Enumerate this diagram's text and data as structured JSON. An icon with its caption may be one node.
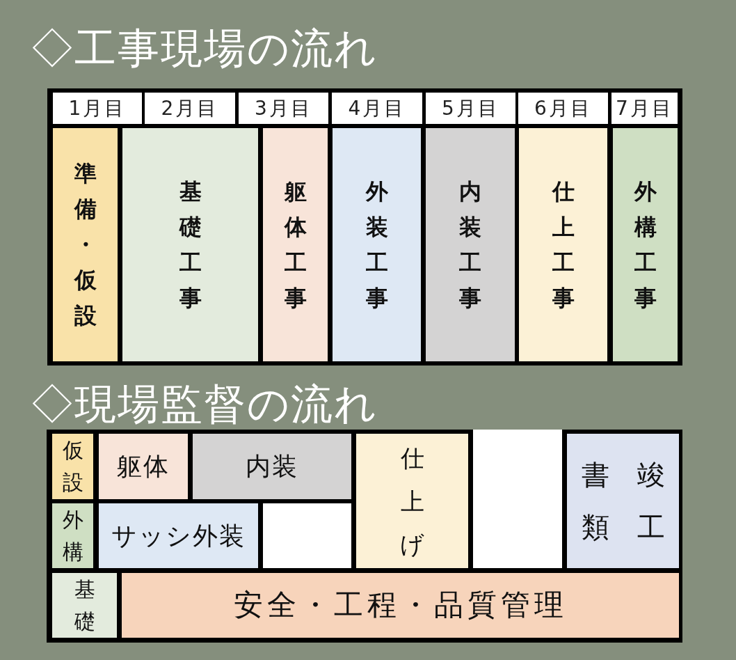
{
  "diagram": {
    "nodes": [
      {
        "text": [
          "◇工事現場の流れ"
        ]
      },
      {
        "text": [
          "1月目"
        ],
        "in": 0
      },
      {
        "text": [
          "2月目"
        ],
        "in": 0
      },
      {
        "text": [
          "3月目"
        ],
        "in": 0
      },
      {
        "text": [
          "4月目"
        ],
        "in": 0
      },
      {
        "text": [
          "5月目"
        ],
        "in": 0
      },
      {
        "text": [
          "6月目"
        ],
        "in": 0
      },
      {
        "text": [
          "7月目"
        ],
        "in": 0
      },
      {
        "text": [
          "準備・仮設"
        ],
        "in": 0
      },
      {
        "text": [
          "基礎工事"
        ],
        "in": 0
      },
      {
        "text": [
          "躯体工事"
        ],
        "in": 0
      },
      {
        "text": [
          "外装工事"
        ],
        "in": 0
      },
      {
        "text": [
          "内装工事"
        ],
        "in": 0
      },
      {
        "text": [
          "仕上工事"
        ],
        "in": 0
      },
      {
        "text": [
          "外構工事"
        ],
        "in": 0
      },
      {
        "text": [
          "◇現場監督の流れ"
        ]
      },
      {
        "text": [
          "仮設"
        ],
        "in": 15
      },
      {
        "text": [
          "躯体"
        ],
        "in": 15
      },
      {
        "text": [
          "内装"
        ],
        "in": 15
      },
      {
        "text": [
          "仕上げ"
        ],
        "in": 15
      },
      {
        "text": [],
        "shape": "box",
        "in": 15
      },
      {
        "text": [
          "竣工書類"
        ],
        "in": 15
      },
      {
        "text": [
          "外構"
        ],
        "in": 15
      },
      {
        "text": [
          "サッシ外装"
        ],
        "in": 15
      },
      {
        "text": [],
        "shape": "box",
        "in": 15
      },
      {
        "text": [
          "基礎"
        ],
        "in": 15
      },
      {
        "text": [
          "安全・工程・品質管理"
        ],
        "in": 15
      }
    ]
  }
}
